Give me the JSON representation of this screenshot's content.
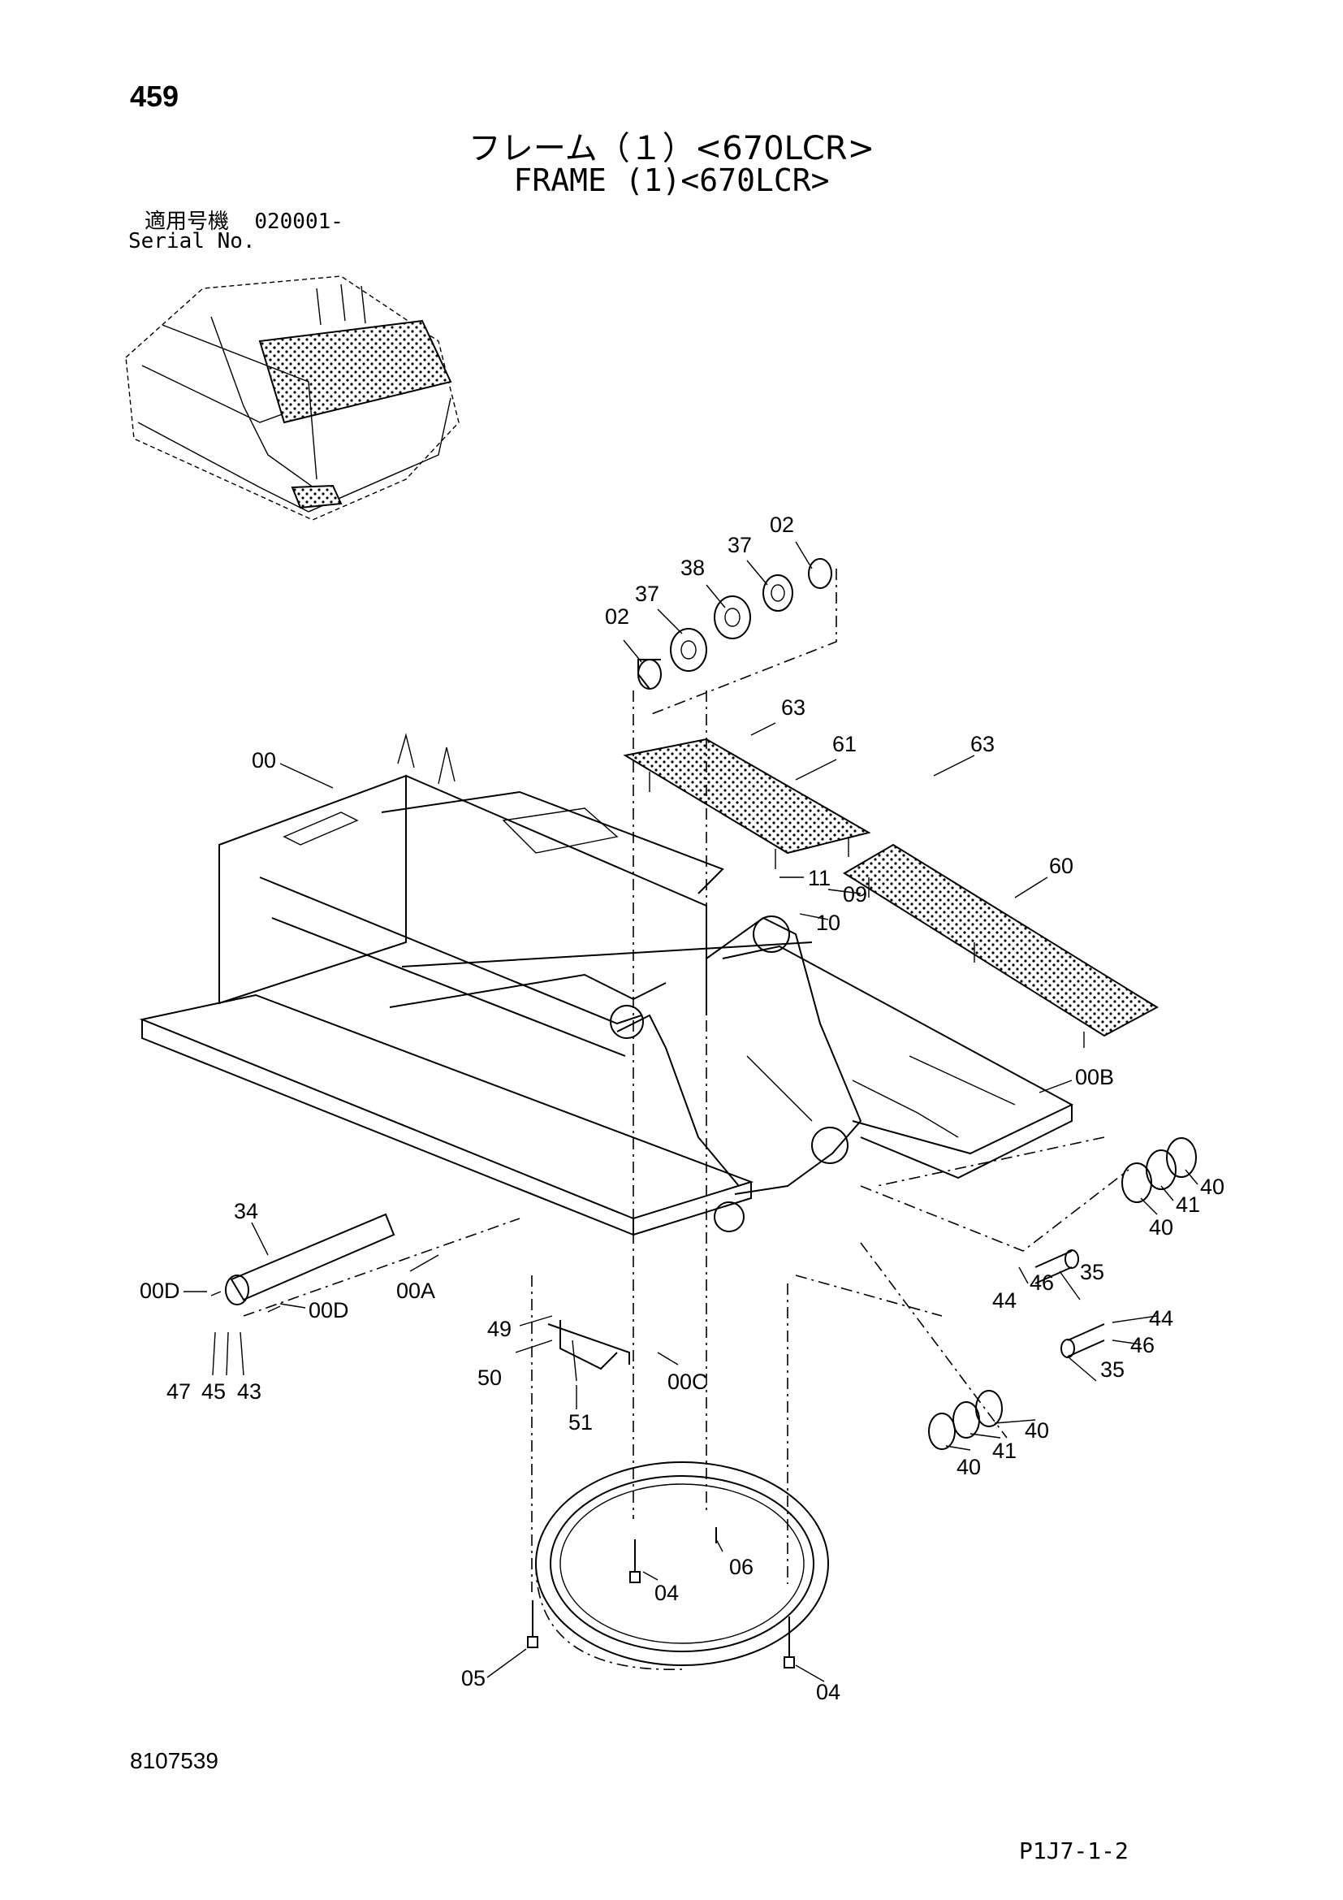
{
  "header": {
    "page_number": "459",
    "title_jp": "フレーム（１）<670LCR>",
    "title_en": "FRAME (1)<670LCR>",
    "serial_label_jp": "適用号機",
    "serial_value": "020001-",
    "serial_label_en": "Serial No."
  },
  "footer": {
    "doc_number": "8107539",
    "page_ref": "P1J7-1-2"
  },
  "callouts": {
    "c02a": "02",
    "c37a": "37",
    "c38": "38",
    "c37b": "37",
    "c02b": "02",
    "c63a": "63",
    "c61": "61",
    "c00": "00",
    "c63b": "63",
    "c60": "60",
    "c11": "11",
    "c09": "09",
    "c10": "10",
    "c00B": "00B",
    "c40a": "40",
    "c41a": "41",
    "c40b": "40",
    "c35a": "35",
    "c46a": "46",
    "c44a": "44",
    "c34": "34",
    "c00Da": "00D",
    "c00Db": "00D",
    "c00A": "00A",
    "c49": "49",
    "c50": "50",
    "c00C": "00C",
    "c51": "51",
    "c47": "47",
    "c45": "45",
    "c43": "43",
    "c44b": "44",
    "c46b": "46",
    "c35b": "35",
    "c40c": "40",
    "c41b": "41",
    "c40d": "40",
    "c04a": "04",
    "c06": "06",
    "c05": "05",
    "c04b": "04"
  }
}
